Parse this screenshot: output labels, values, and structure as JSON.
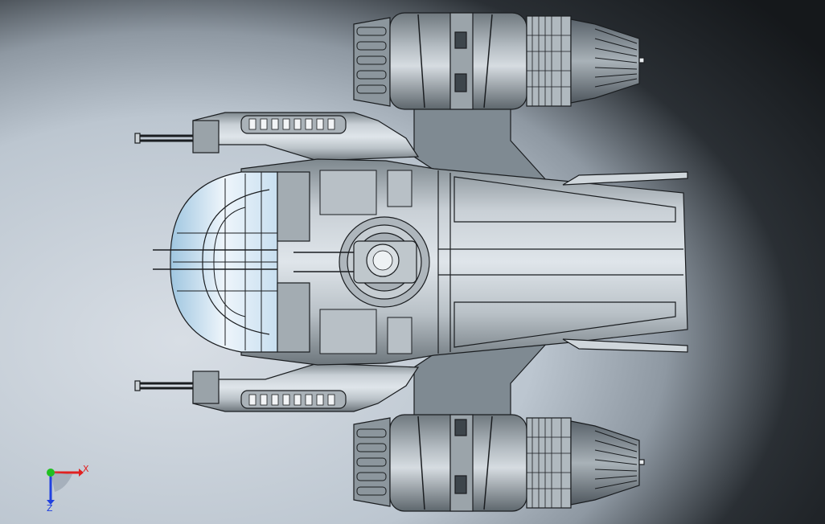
{
  "viewport": {
    "background_light": "#d4dbe3",
    "background_mid": "#b8c2cd",
    "background_dark": "#1c2024",
    "model_name": "spaceship-top-view"
  },
  "triad": {
    "x_label": "X",
    "z_label": "Z",
    "x_color": "#e02020",
    "y_color": "#20c020",
    "z_color": "#2040e0",
    "origin_color": "#9aa4b0"
  },
  "colors": {
    "hull_light": "#c7cfd6",
    "hull_mid": "#8f999f",
    "hull_dark": "#5c656b",
    "canopy": "#eef4fa",
    "canopy_tint": "#a8cde6",
    "outline": "#1a1d20",
    "accent_tan": "#b7a69e"
  }
}
